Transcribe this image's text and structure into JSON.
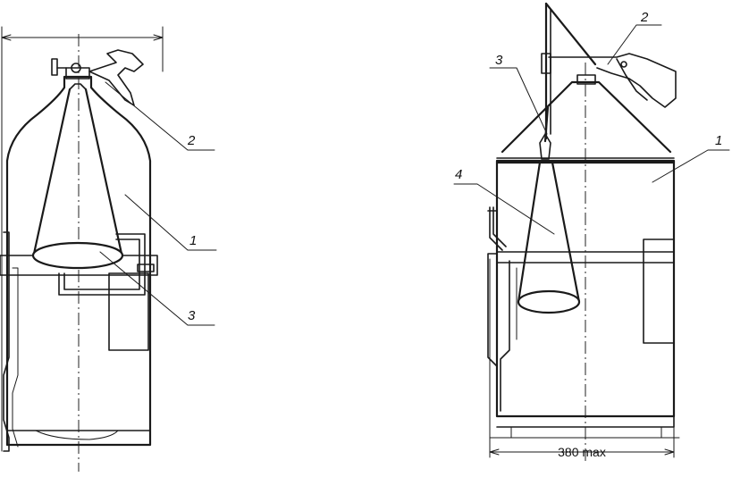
{
  "left_figure": {
    "callouts": [
      "2",
      "1",
      "3"
    ]
  },
  "right_figure": {
    "callouts": [
      "2",
      "3",
      "1",
      "4"
    ],
    "width_dimension": "380 max"
  }
}
